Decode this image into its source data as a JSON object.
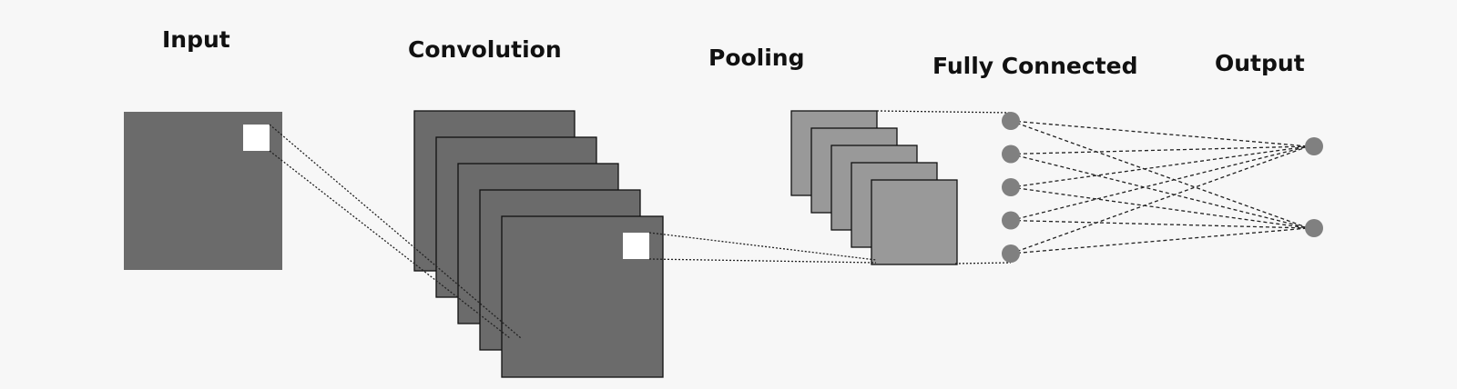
{
  "labels": {
    "input": "Input",
    "convolution": "Convolution",
    "pooling": "Pooling",
    "fully_connected": "Fully Connected",
    "output": "Output"
  },
  "diagram": {
    "convolution_feature_maps": 5,
    "pooling_feature_maps": 5,
    "fully_connected_nodes": 5,
    "output_nodes": 2,
    "colors": {
      "background": "#f7f7f7",
      "input_map": "#6b6b6b",
      "conv_map": "#6b6b6b",
      "pool_map": "#999999",
      "node": "#808080",
      "kernel": "#ffffff",
      "connection": "#222222"
    }
  }
}
